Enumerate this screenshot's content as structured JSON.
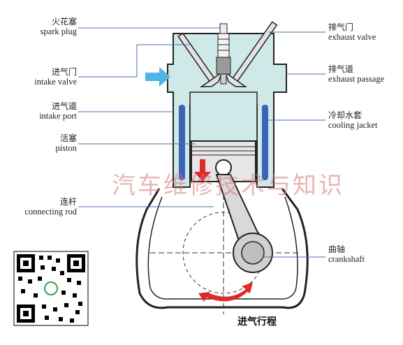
{
  "labels": {
    "spark_plug": {
      "zh": "火花塞",
      "en": "spark plug"
    },
    "intake_valve": {
      "zh": "进气门",
      "en": "intake valve"
    },
    "intake_port": {
      "zh": "进气道",
      "en": "intake port"
    },
    "piston": {
      "zh": "活塞",
      "en": "piston"
    },
    "connecting_rod": {
      "zh": "连杆",
      "en": "connecting rod"
    },
    "exhaust_valve": {
      "zh": "排气门",
      "en": "exhaust valve"
    },
    "exhaust_passage": {
      "zh": "排气道",
      "en": "exhaust passage"
    },
    "cooling_jacket": {
      "zh": "冷却水套",
      "en": "cooling jacket"
    },
    "crankshaft": {
      "zh": "曲轴",
      "en": "crankshaft"
    }
  },
  "watermark": "汽车维修技术与知识",
  "caption": "进气行程",
  "colors": {
    "coolant": "#cfe8e8",
    "jacket": "#3c63b8",
    "arrow_intake": "#4eb6e6",
    "arrow_motion": "#e02a2a",
    "metal": "#d9d9d9"
  }
}
